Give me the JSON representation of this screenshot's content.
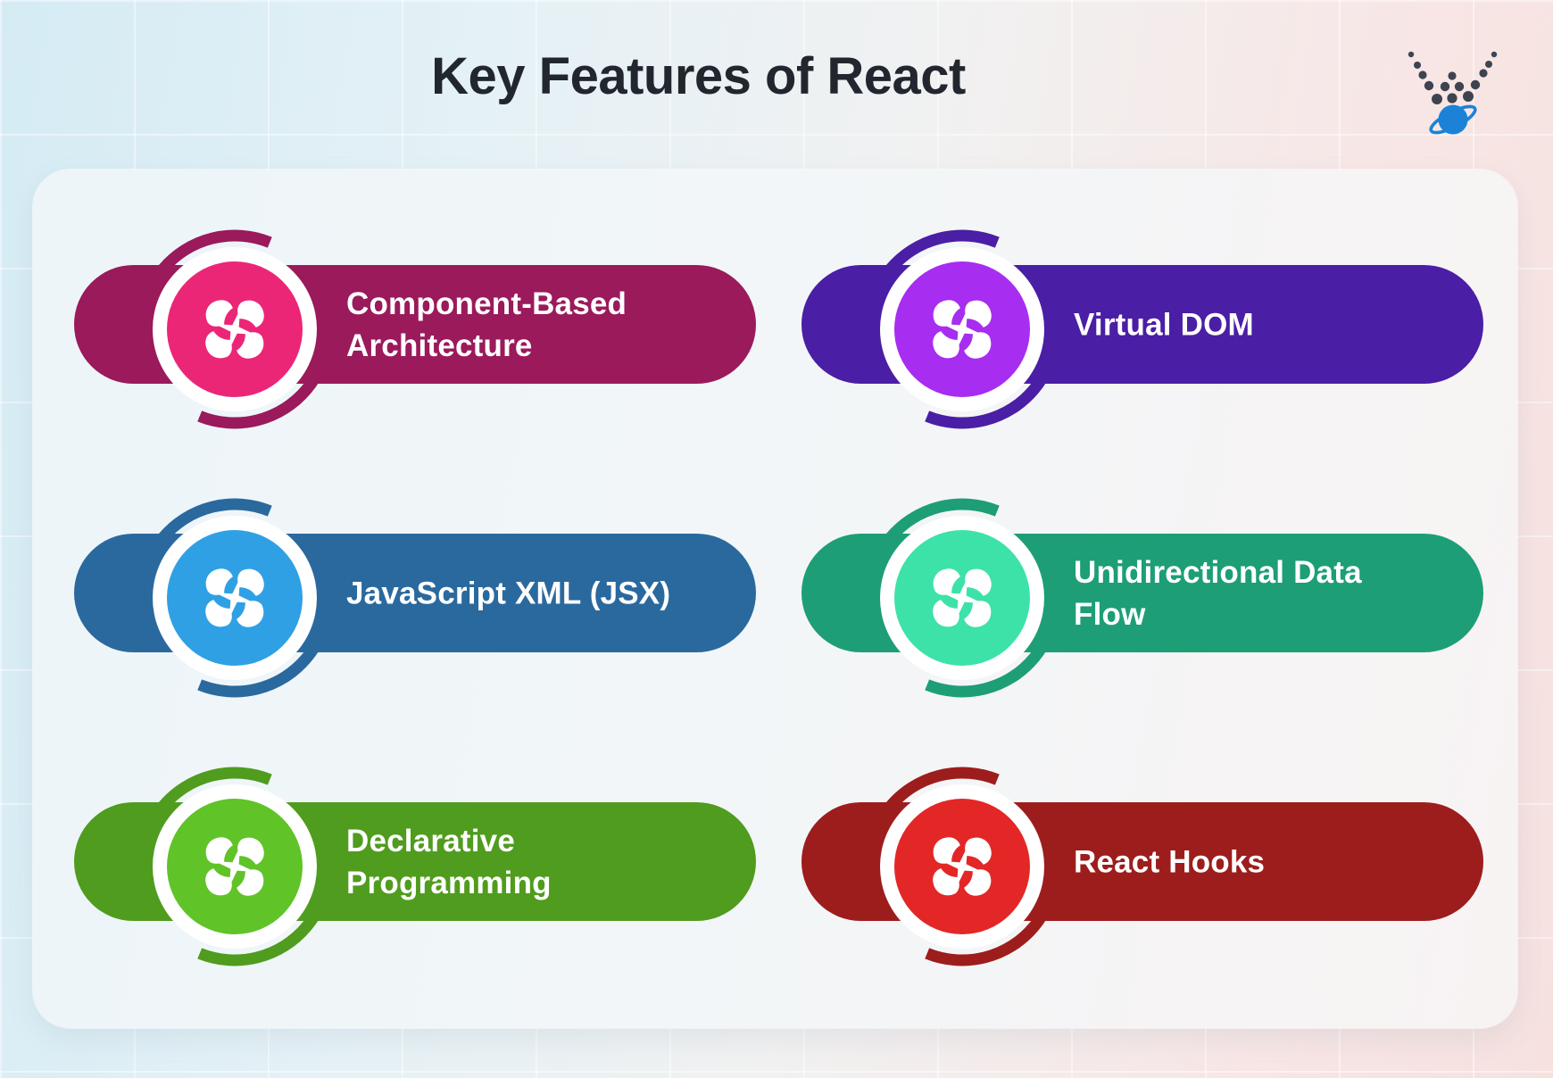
{
  "page": {
    "title": "Key Features of React"
  },
  "logo": {
    "name": "dotted-v-planet-logo",
    "dot_color": "#3d4450",
    "planet_color": "#1b82d8"
  },
  "features": [
    {
      "label": "Component-Based Architecture",
      "pill_color": "#9a1a5b",
      "icon_color": "#ec2677"
    },
    {
      "label": "Virtual DOM",
      "pill_color": "#4a1ea5",
      "icon_color": "#a72df0"
    },
    {
      "label": "JavaScript XML (JSX)",
      "pill_color": "#2a699e",
      "icon_color": "#30a0e5"
    },
    {
      "label": "Unidirectional Data Flow",
      "pill_color": "#1d9e77",
      "icon_color": "#3de2a8"
    },
    {
      "label": "Declarative Programming",
      "pill_color": "#509c1e",
      "icon_color": "#60c328"
    },
    {
      "label": "React Hooks",
      "pill_color": "#9d1d1d",
      "icon_color": "#e32726"
    }
  ]
}
